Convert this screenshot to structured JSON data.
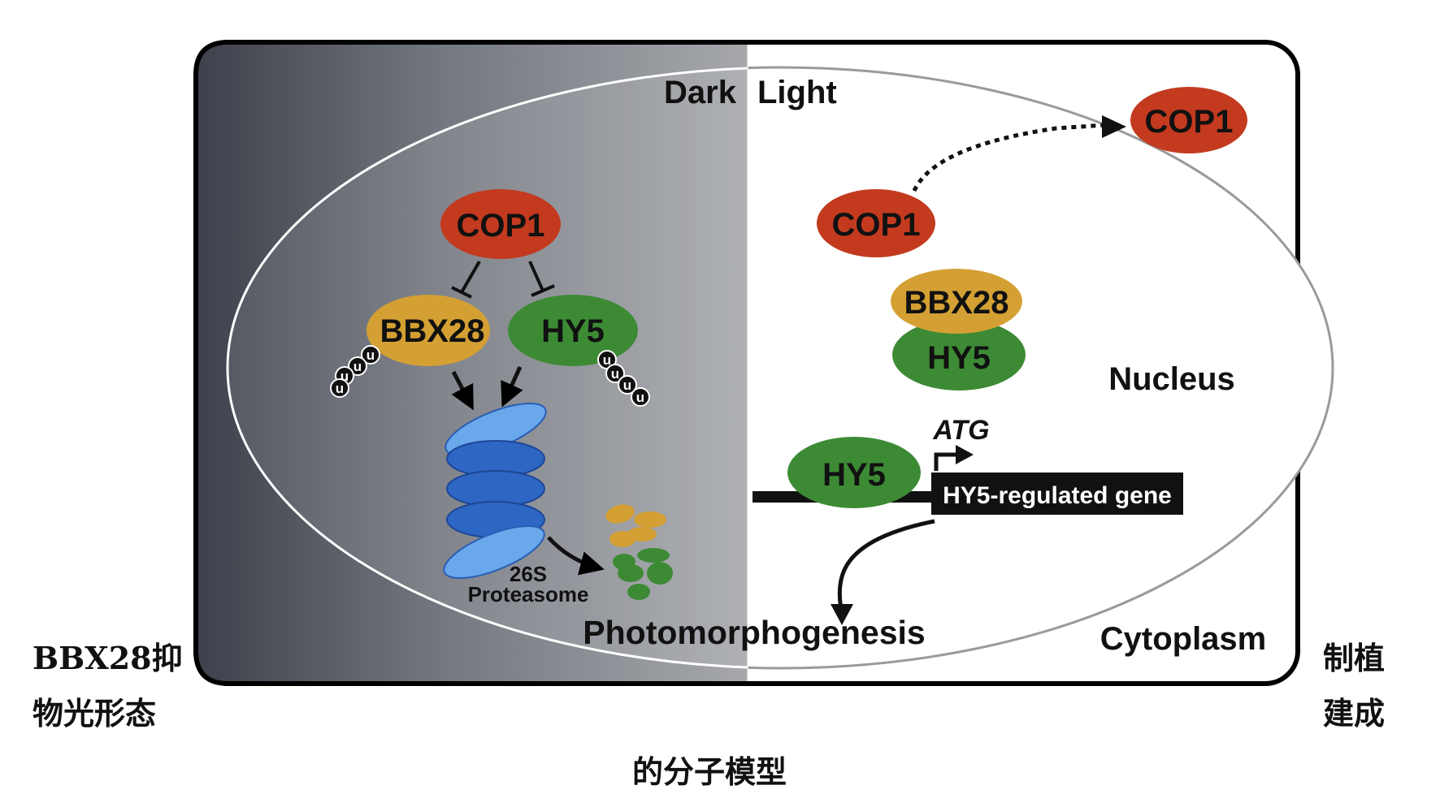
{
  "diagram": {
    "header_dark": "Dark",
    "header_light": "Light",
    "dark_side": {
      "cop1": "COP1",
      "bbx28": "BBX28",
      "hy5": "HY5",
      "ubiquitin": "u",
      "proteasome_line1": "26S",
      "proteasome_line2": "Proteasome"
    },
    "light_side": {
      "cop1_nucleus": "COP1",
      "cop1_cytoplasm": "COP1",
      "bbx28": "BBX28",
      "hy5_complex": "HY5",
      "hy5_dna": "HY5",
      "atg": "ATG",
      "gene": "HY5-regulated gene",
      "nucleus": "Nucleus",
      "cytoplasm": "Cytoplasm"
    },
    "photomorphogenesis": "Photomorphogenesis",
    "colors": {
      "cop1": "#c33a1f",
      "bbx28": "#d4a033",
      "hy5": "#3d8a35",
      "proteasome_dark": "#2e66c4",
      "proteasome_light": "#6aa8ec"
    }
  },
  "caption": {
    "left_line1": "BBX28抑",
    "left_line2": "物光形态",
    "right_line1": "制植",
    "right_line2": "建成",
    "bottom": "的分子模型"
  }
}
